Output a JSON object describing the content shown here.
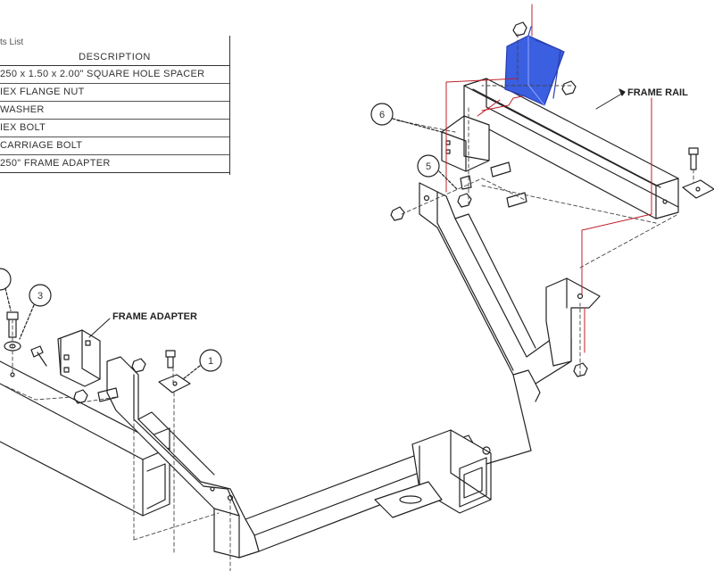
{
  "parts_table": {
    "caption": "ts List",
    "header": "DESCRIPTION",
    "rows": [
      "250 x 1.50 x 2.00\" SQUARE HOLE SPACER",
      "IEX FLANGE NUT",
      "WASHER",
      "IEX BOLT",
      "CARRIAGE BOLT",
      "250\" FRAME ADAPTER"
    ]
  },
  "labels": {
    "frame_rail": "FRAME RAIL",
    "frame_adapter": "FRAME ADAPTER"
  },
  "callouts": [
    "1",
    "3",
    "5",
    "6"
  ],
  "colors": {
    "line": "#222222",
    "leader_red": "#c0202a",
    "highlight_blue": "#3355dd"
  }
}
